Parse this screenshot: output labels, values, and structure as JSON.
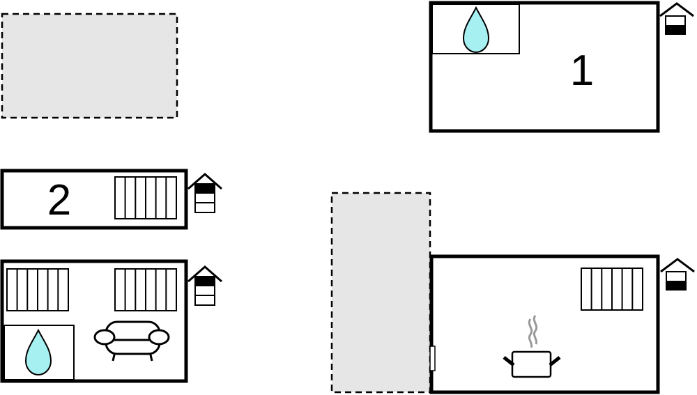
{
  "rooms": [
    {
      "label": "1",
      "features": [
        "bathroom",
        "radiator-none"
      ]
    },
    {
      "label": "2",
      "features": [
        "radiator"
      ]
    }
  ],
  "colors": {
    "outdoor": "#e6e6e6",
    "water": "#a6f0f2",
    "steam": "#999999",
    "wall": "#000000"
  },
  "icons": [
    "house-floor-icon",
    "water-drop-icon",
    "radiator-icon",
    "sofa-icon",
    "cooking-pot-icon"
  ]
}
